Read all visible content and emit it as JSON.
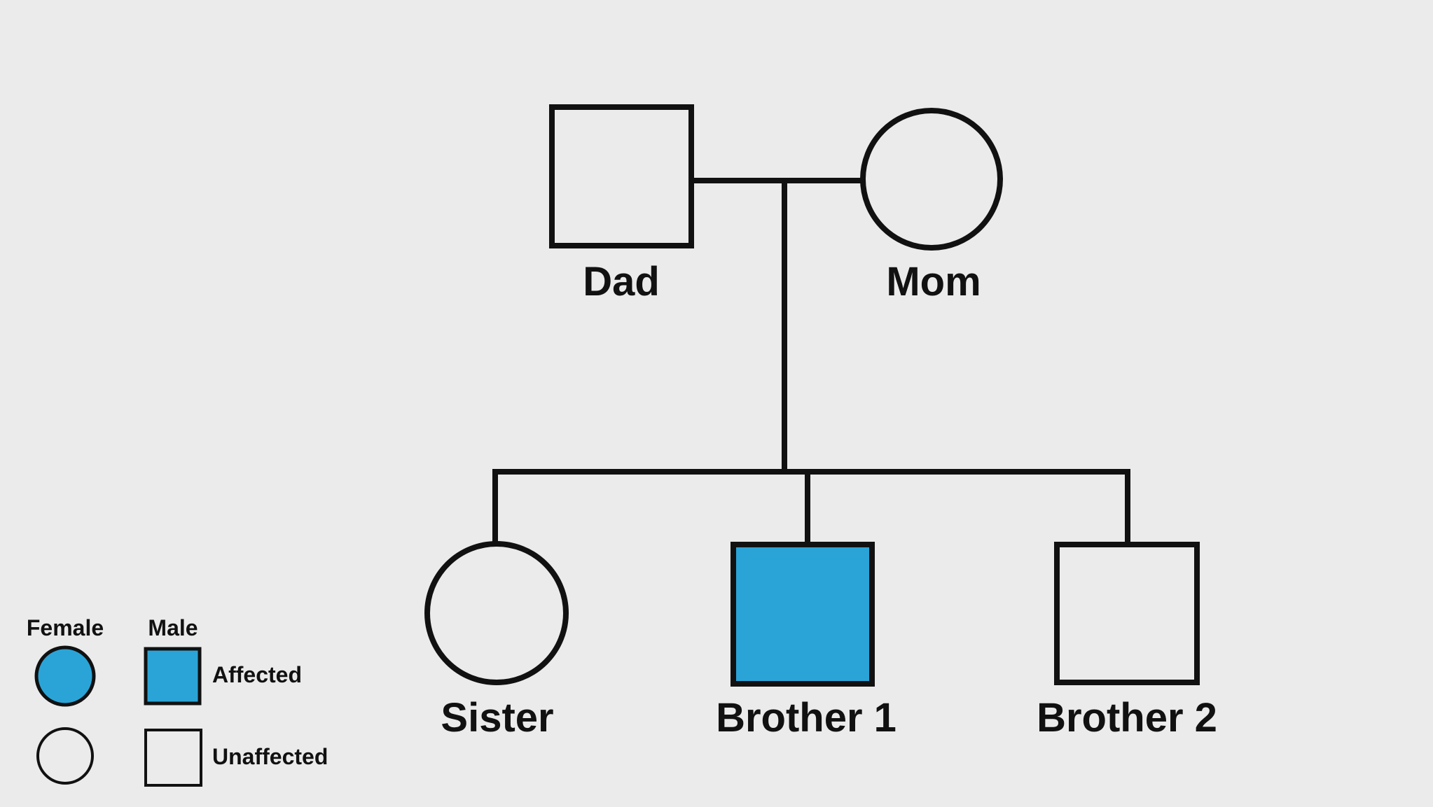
{
  "pedigree": {
    "persons": {
      "dad": {
        "label": "Dad",
        "sex": "male",
        "status": "unaffected",
        "generation": "parents"
      },
      "mom": {
        "label": "Mom",
        "sex": "female",
        "status": "unaffected",
        "generation": "parents"
      },
      "sister": {
        "label": "Sister",
        "sex": "female",
        "status": "unaffected",
        "generation": "children"
      },
      "brother1": {
        "label": "Brother 1",
        "sex": "male",
        "status": "affected",
        "generation": "children"
      },
      "brother2": {
        "label": "Brother 2",
        "sex": "male",
        "status": "unaffected",
        "generation": "children"
      }
    }
  },
  "legend": {
    "female_label": "Female",
    "male_label": "Male",
    "affected_label": "Affected",
    "unaffected_label": "Unaffected",
    "female_symbol": "circle",
    "male_symbol": "square"
  },
  "colors": {
    "affected_fill": "#2AA4D7",
    "background": "#EBEBEB",
    "outline": "#111111"
  }
}
